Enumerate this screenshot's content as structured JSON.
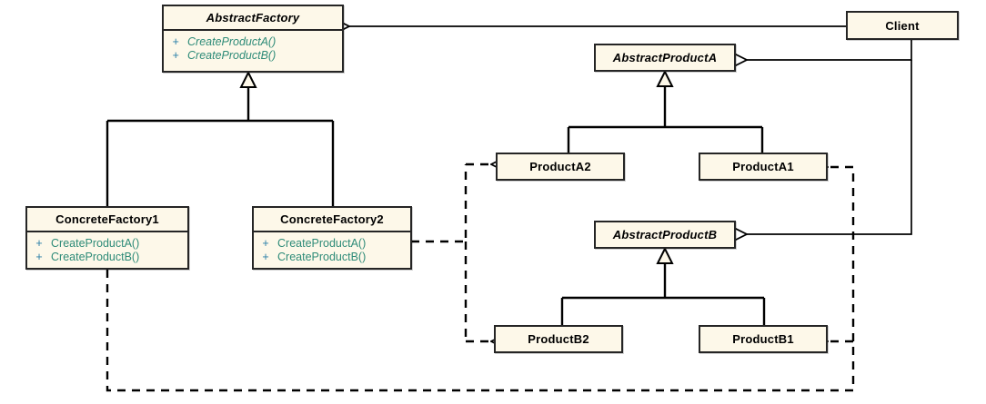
{
  "diagram": {
    "title": "Abstract Factory pattern class diagram",
    "type": "uml-class-diagram",
    "background_color": "#ffffff",
    "box_fill_color": "#fdf8e9",
    "box_border_color": "#252525",
    "operation_visibility_color": "#2a7fa8",
    "operation_name_color": "#2e8b78",
    "edge_color": "#000000"
  },
  "classes": {
    "abstract_factory": {
      "name": "AbstractFactory",
      "abstract": true,
      "operations": [
        {
          "visibility": "+",
          "signature": "CreateProductA()"
        },
        {
          "visibility": "+",
          "signature": "CreateProductB()"
        }
      ]
    },
    "concrete_factory1": {
      "name": "ConcreteFactory1",
      "abstract": false,
      "operations": [
        {
          "visibility": "+",
          "signature": "CreateProductA()"
        },
        {
          "visibility": "+",
          "signature": "CreateProductB()"
        }
      ]
    },
    "concrete_factory2": {
      "name": "ConcreteFactory2",
      "abstract": false,
      "operations": [
        {
          "visibility": "+",
          "signature": "CreateProductA()"
        },
        {
          "visibility": "+",
          "signature": "CreateProductB()"
        }
      ]
    },
    "client": {
      "name": "Client",
      "abstract": false,
      "operations": []
    },
    "abstract_product_a": {
      "name": "AbstractProductA",
      "abstract": true,
      "operations": []
    },
    "product_a1": {
      "name": "ProductA1",
      "abstract": false,
      "operations": []
    },
    "product_a2": {
      "name": "ProductA2",
      "abstract": false,
      "operations": []
    },
    "abstract_product_b": {
      "name": "AbstractProductB",
      "abstract": true,
      "operations": []
    },
    "product_b1": {
      "name": "ProductB1",
      "abstract": false,
      "operations": []
    },
    "product_b2": {
      "name": "ProductB2",
      "abstract": false,
      "operations": []
    }
  },
  "relationships": [
    {
      "kind": "generalization",
      "from": "ConcreteFactory1",
      "to": "AbstractFactory"
    },
    {
      "kind": "generalization",
      "from": "ConcreteFactory2",
      "to": "AbstractFactory"
    },
    {
      "kind": "generalization",
      "from": "ProductA1",
      "to": "AbstractProductA"
    },
    {
      "kind": "generalization",
      "from": "ProductA2",
      "to": "AbstractProductA"
    },
    {
      "kind": "generalization",
      "from": "ProductB1",
      "to": "AbstractProductB"
    },
    {
      "kind": "generalization",
      "from": "ProductB2",
      "to": "AbstractProductB"
    },
    {
      "kind": "association",
      "from": "Client",
      "to": "AbstractFactory"
    },
    {
      "kind": "association",
      "from": "Client",
      "to": "AbstractProductA"
    },
    {
      "kind": "association",
      "from": "Client",
      "to": "AbstractProductB"
    },
    {
      "kind": "dependency",
      "from": "ConcreteFactory2",
      "to": "ProductA2"
    },
    {
      "kind": "dependency",
      "from": "ConcreteFactory2",
      "to": "ProductB2"
    },
    {
      "kind": "dependency",
      "from": "ConcreteFactory1",
      "to": "ProductA1"
    },
    {
      "kind": "dependency",
      "from": "ConcreteFactory1",
      "to": "ProductB1"
    }
  ]
}
